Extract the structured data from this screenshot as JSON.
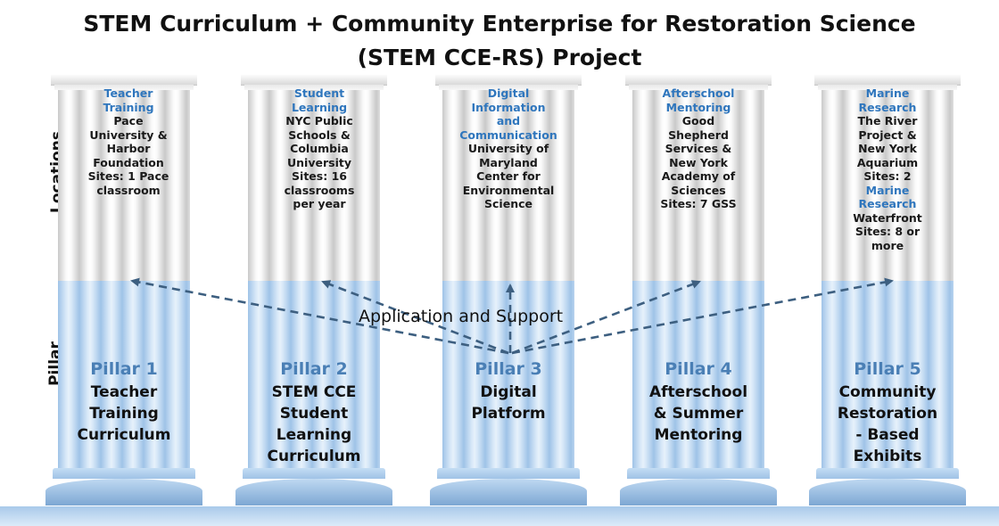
{
  "title": {
    "line1": "STEM Curriculum + Community Enterprise for Restoration Science",
    "line2": "(STEM CCE-RS) Project"
  },
  "row_labels": {
    "locations": "Locations",
    "pillar": "Pillar"
  },
  "center_label": "Application and Support",
  "pillars": [
    {
      "number": "Pillar 1",
      "name": [
        "Teacher",
        "Training",
        "Curriculum"
      ],
      "location": {
        "heading": [
          "Teacher",
          "Training"
        ],
        "text": [
          "Pace",
          "University &",
          "Harbor",
          "Foundation",
          "Sites: 1 Pace",
          "classroom"
        ]
      }
    },
    {
      "number": "Pillar 2",
      "name": [
        "STEM CCE",
        "Student",
        "Learning",
        "Curriculum"
      ],
      "location": {
        "heading": [
          "Student",
          "Learning"
        ],
        "text": [
          "NYC Public",
          "Schools &",
          "Columbia",
          "University",
          "Sites: 16",
          "classrooms",
          "per year"
        ]
      }
    },
    {
      "number": "Pillar 3",
      "name": [
        "Digital",
        "Platform"
      ],
      "location": {
        "heading": [
          "Digital",
          "Information",
          "and",
          "Communication"
        ],
        "text": [
          "University of",
          "Maryland",
          "Center for",
          "Environmental",
          "Science"
        ]
      }
    },
    {
      "number": "Pillar 4",
      "name": [
        "Afterschool",
        "& Summer",
        "Mentoring"
      ],
      "location": {
        "heading": [
          "Afterschool",
          "Mentoring"
        ],
        "text": [
          "Good",
          "Shepherd",
          "Services &",
          "New York",
          "Academy of",
          "Sciences",
          "Sites: 7 GSS"
        ]
      }
    },
    {
      "number": "Pillar 5",
      "name": [
        "Community",
        "Restoration",
        "- Based",
        "Exhibits"
      ],
      "location": {
        "heading": [
          "Marine",
          "Research"
        ],
        "text": [
          "The River",
          "Project &",
          "New York",
          "Aquarium",
          "Sites: 2"
        ],
        "heading2": [
          "Marine",
          "Research"
        ],
        "text2": [
          "Waterfront",
          "Sites: 8 or",
          "more"
        ]
      }
    }
  ],
  "colors": {
    "heading_blue": "#2f76bd",
    "pillar_number": "#4a7fb5",
    "arrow": "#3d5f80"
  }
}
